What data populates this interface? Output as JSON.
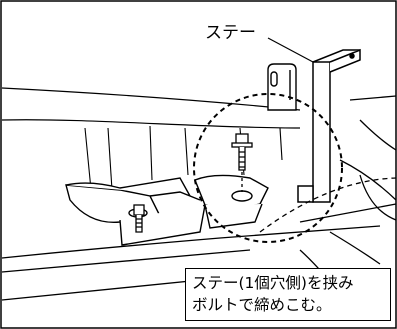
{
  "callout": {
    "label": "ステー"
  },
  "note": {
    "line1": "ステー(1個穴側)を挟み",
    "line2": "ボルトで締めこむ。"
  },
  "colors": {
    "line": "#000000",
    "background": "#ffffff"
  }
}
